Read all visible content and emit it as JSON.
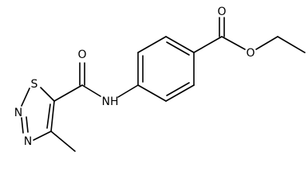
{
  "molecule": {
    "atoms": [
      {
        "id": "O_carbonyl_ester",
        "symbol": "O"
      },
      {
        "id": "O_ether",
        "symbol": "O"
      },
      {
        "id": "O_amide",
        "symbol": "O"
      },
      {
        "id": "N_amide",
        "symbol": "NH"
      },
      {
        "id": "S_ring",
        "symbol": "S"
      },
      {
        "id": "N_ring_1",
        "symbol": "N"
      },
      {
        "id": "N_ring_2",
        "symbol": "N"
      }
    ]
  }
}
